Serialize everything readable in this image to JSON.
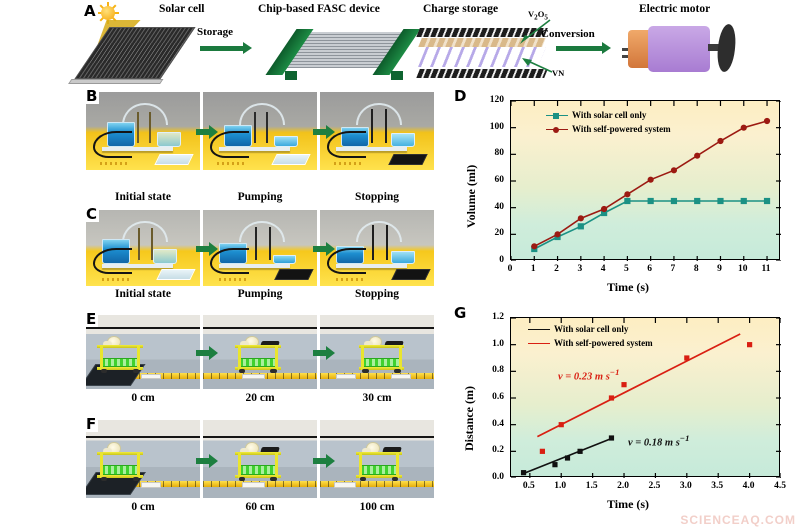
{
  "figure": {
    "watermark": "SCIENCEAQ.COM"
  },
  "panelA": {
    "label": "A",
    "titles": {
      "solar_cell": "Solar cell",
      "fasc": "Chip-based FASC device",
      "charge_storage": "Charge storage",
      "motor": "Electric motor"
    },
    "arrows": {
      "storage": "Storage",
      "conversion": "Conversion"
    },
    "materials": {
      "cathode": "V2O5",
      "cathode_html": "V<sub>2</sub>O<sub>5</sub>",
      "anode": "VN"
    },
    "icons": {
      "sun": "sun-icon"
    }
  },
  "panelB": {
    "label": "B",
    "captions": [
      "Initial state",
      "Pumping",
      "Stopping"
    ]
  },
  "panelC": {
    "label": "C",
    "captions": [
      "Initial state",
      "Pumping",
      "Stopping"
    ]
  },
  "panelE": {
    "label": "E",
    "captions": [
      "0 cm",
      "20 cm",
      "30 cm"
    ]
  },
  "panelF": {
    "label": "F",
    "captions": [
      "0 cm",
      "60 cm",
      "100 cm"
    ]
  },
  "chart_data": [
    {
      "id": "D",
      "panel_label": "D",
      "type": "line",
      "title": "",
      "xlabel": "Time (s)",
      "ylabel": "Volume (ml)",
      "xlim": [
        0,
        11.6
      ],
      "ylim": [
        0,
        120
      ],
      "xticks": [
        0,
        1,
        2,
        3,
        4,
        5,
        6,
        7,
        8,
        9,
        10,
        11
      ],
      "yticks": [
        0,
        20,
        40,
        60,
        80,
        100,
        120
      ],
      "grid": false,
      "legend_position": "top-left",
      "x": [
        1,
        2,
        3,
        4,
        5,
        6,
        7,
        8,
        9,
        10,
        11
      ],
      "series": [
        {
          "name": "With solar cell only",
          "color": "#1b9184",
          "marker": "square",
          "values": [
            9,
            18,
            26,
            36,
            45,
            45,
            45,
            45,
            45,
            45,
            45
          ]
        },
        {
          "name": "With self-powered system",
          "color": "#9c1a12",
          "marker": "circle",
          "values": [
            11,
            20,
            32,
            39,
            50,
            61,
            68,
            79,
            90,
            100,
            105
          ]
        }
      ]
    },
    {
      "id": "G",
      "panel_label": "G",
      "type": "scatter",
      "title": "",
      "xlabel": "Time (s)",
      "ylabel": "Distance (m)",
      "xlim": [
        0.2,
        4.5
      ],
      "ylim": [
        0.0,
        1.2
      ],
      "xticks": [
        0.5,
        1.0,
        1.5,
        2.0,
        2.5,
        3.0,
        3.5,
        4.0,
        4.5
      ],
      "xtick_labels": [
        "0.5",
        "1.0",
        "1.5",
        "2.0",
        "2.5",
        "3.0",
        "3.5",
        "4.0",
        "4.5"
      ],
      "yticks": [
        0.0,
        0.2,
        0.4,
        0.6,
        0.8,
        1.0,
        1.2
      ],
      "ytick_labels": [
        "0.0",
        "0.2",
        "0.4",
        "0.6",
        "0.8",
        "1.0",
        "1.2"
      ],
      "grid": false,
      "legend_position": "top-left",
      "series": [
        {
          "name": "With solar cell only",
          "color": "#111111",
          "marker": "square",
          "points": [
            [
              0.4,
              0.04
            ],
            [
              0.9,
              0.1
            ],
            [
              1.1,
              0.15
            ],
            [
              1.3,
              0.2
            ],
            [
              1.8,
              0.3
            ]
          ],
          "fit_line": [
            [
              0.38,
              0.03
            ],
            [
              1.82,
              0.3
            ]
          ],
          "annotation": "v = 0.18 m s-1",
          "annotation_html": "<i>v</i> = 0.18 m s<sup>−1</sup>"
        },
        {
          "name": "With self-powered system",
          "color": "#d91f12",
          "marker": "square",
          "points": [
            [
              0.7,
              0.2
            ],
            [
              1.0,
              0.4
            ],
            [
              1.8,
              0.6
            ],
            [
              2.0,
              0.7
            ],
            [
              3.0,
              0.9
            ],
            [
              4.0,
              1.0
            ]
          ],
          "fit_line": [
            [
              0.62,
              0.31
            ],
            [
              3.85,
              1.08
            ]
          ],
          "annotation": "v = 0.23 m s-1",
          "annotation_html": "<i>v</i> = 0.23 m s<sup>−1</sup>"
        }
      ]
    }
  ]
}
